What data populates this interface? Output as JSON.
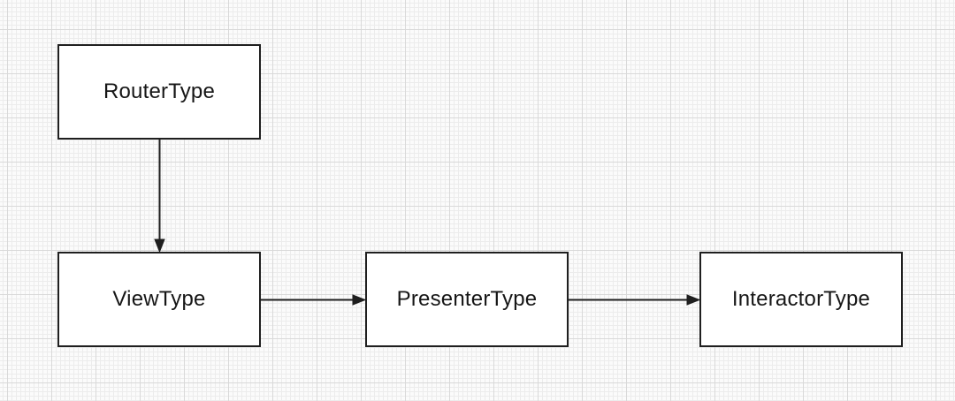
{
  "diagram": {
    "nodes": [
      {
        "id": "router-type",
        "label": "RouterType"
      },
      {
        "id": "view-type",
        "label": "ViewType"
      },
      {
        "id": "presenter-type",
        "label": "PresenterType"
      },
      {
        "id": "interactor-type",
        "label": "InteractorType"
      }
    ],
    "edges": [
      {
        "id": "router-to-view",
        "from": "RouterType",
        "to": "ViewType",
        "direction": "down",
        "style": "solid-arrow"
      },
      {
        "id": "view-to-presenter",
        "from": "ViewType",
        "to": "PresenterType",
        "direction": "right",
        "style": "solid-arrow"
      },
      {
        "id": "presenter-to-interactor",
        "from": "PresenterType",
        "to": "InteractorType",
        "direction": "right",
        "style": "solid-arrow"
      }
    ],
    "colors": {
      "node_fill": "#ffffff",
      "stroke": "#1f1f1f",
      "text": "#161616",
      "canvas_background": "#fbfbfb",
      "grid_minor": "#ececec",
      "grid_major": "#d9d9d9"
    }
  }
}
